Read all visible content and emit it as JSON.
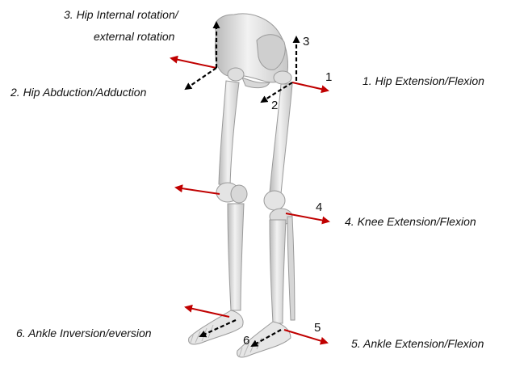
{
  "labels": {
    "hip_rotation_line1": "3. Hip Internal rotation/",
    "hip_rotation_line2": "external rotation",
    "hip_abduction": "2. Hip Abduction/Adduction",
    "hip_extension": "1. Hip Extension/Flexion",
    "knee_extension": "4. Knee Extension/Flexion",
    "ankle_inversion": "6. Ankle Inversion/eversion",
    "ankle_extension": "5. Ankle Extension/Flexion"
  },
  "markers": {
    "m1": "1",
    "m2": "2",
    "m3": "3",
    "m4": "4",
    "m5": "5",
    "m6": "6"
  },
  "colors": {
    "red_arrow": "#c00000",
    "black_arrow": "#000000",
    "bone": "#e6e6e6",
    "bone_edge": "#9a9a9a",
    "bone_shade": "#c4c4c4"
  }
}
